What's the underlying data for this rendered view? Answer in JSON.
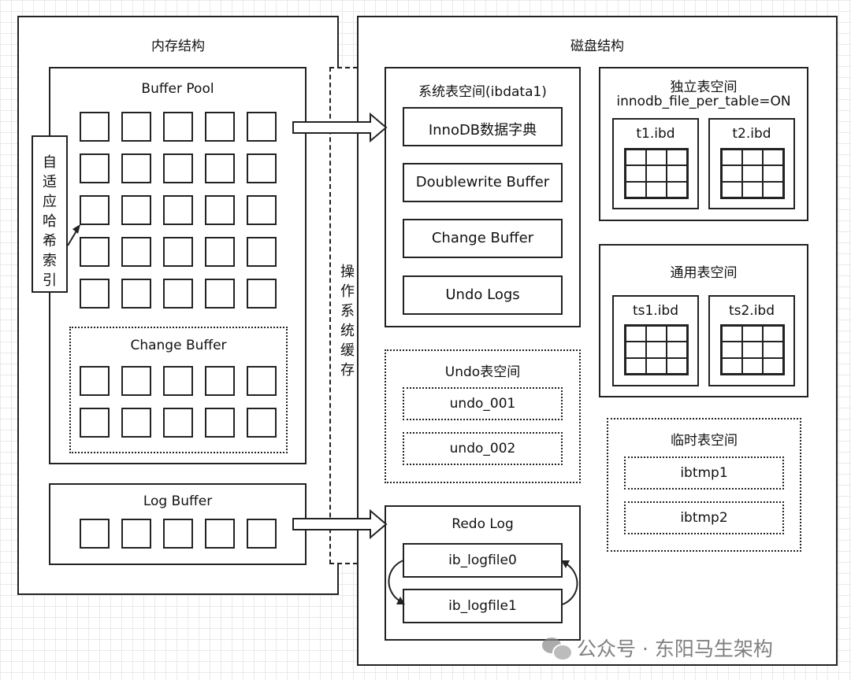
{
  "memory": {
    "title": "内存结构",
    "buffer_pool": {
      "title": "Buffer Pool",
      "rows": 5,
      "cols": 5
    },
    "change_buffer": {
      "title": "Change Buffer",
      "rows": 2,
      "cols": 5
    },
    "log_buffer": {
      "title": "Log Buffer",
      "cols": 5
    },
    "adaptive_hash_index": "自适应哈希索引"
  },
  "os_cache": "操作系统缓存",
  "disk": {
    "title": "磁盘结构",
    "system_tablespace": {
      "title": "系统表空间(ibdata1)",
      "items": [
        "InnoDB数据字典",
        "Doublewrite Buffer",
        "Change Buffer",
        "Undo Logs"
      ]
    },
    "file_per_table": {
      "title": "独立表空间",
      "subtitle": "innodb_file_per_table=ON",
      "files": [
        "t1.ibd",
        "t2.ibd"
      ]
    },
    "general_tablespace": {
      "title": "通用表空间",
      "files": [
        "ts1.ibd",
        "ts2.ibd"
      ]
    },
    "undo_tablespace": {
      "title": "Undo表空间",
      "items": [
        "undo_001",
        "undo_002"
      ]
    },
    "temp_tablespace": {
      "title": "临时表空间",
      "items": [
        "ibtmp1",
        "ibtmp2"
      ]
    },
    "redo_log": {
      "title": "Redo Log",
      "items": [
        "ib_logfile0",
        "ib_logfile1"
      ]
    }
  },
  "watermark": "公众号 · 东阳马生架构"
}
